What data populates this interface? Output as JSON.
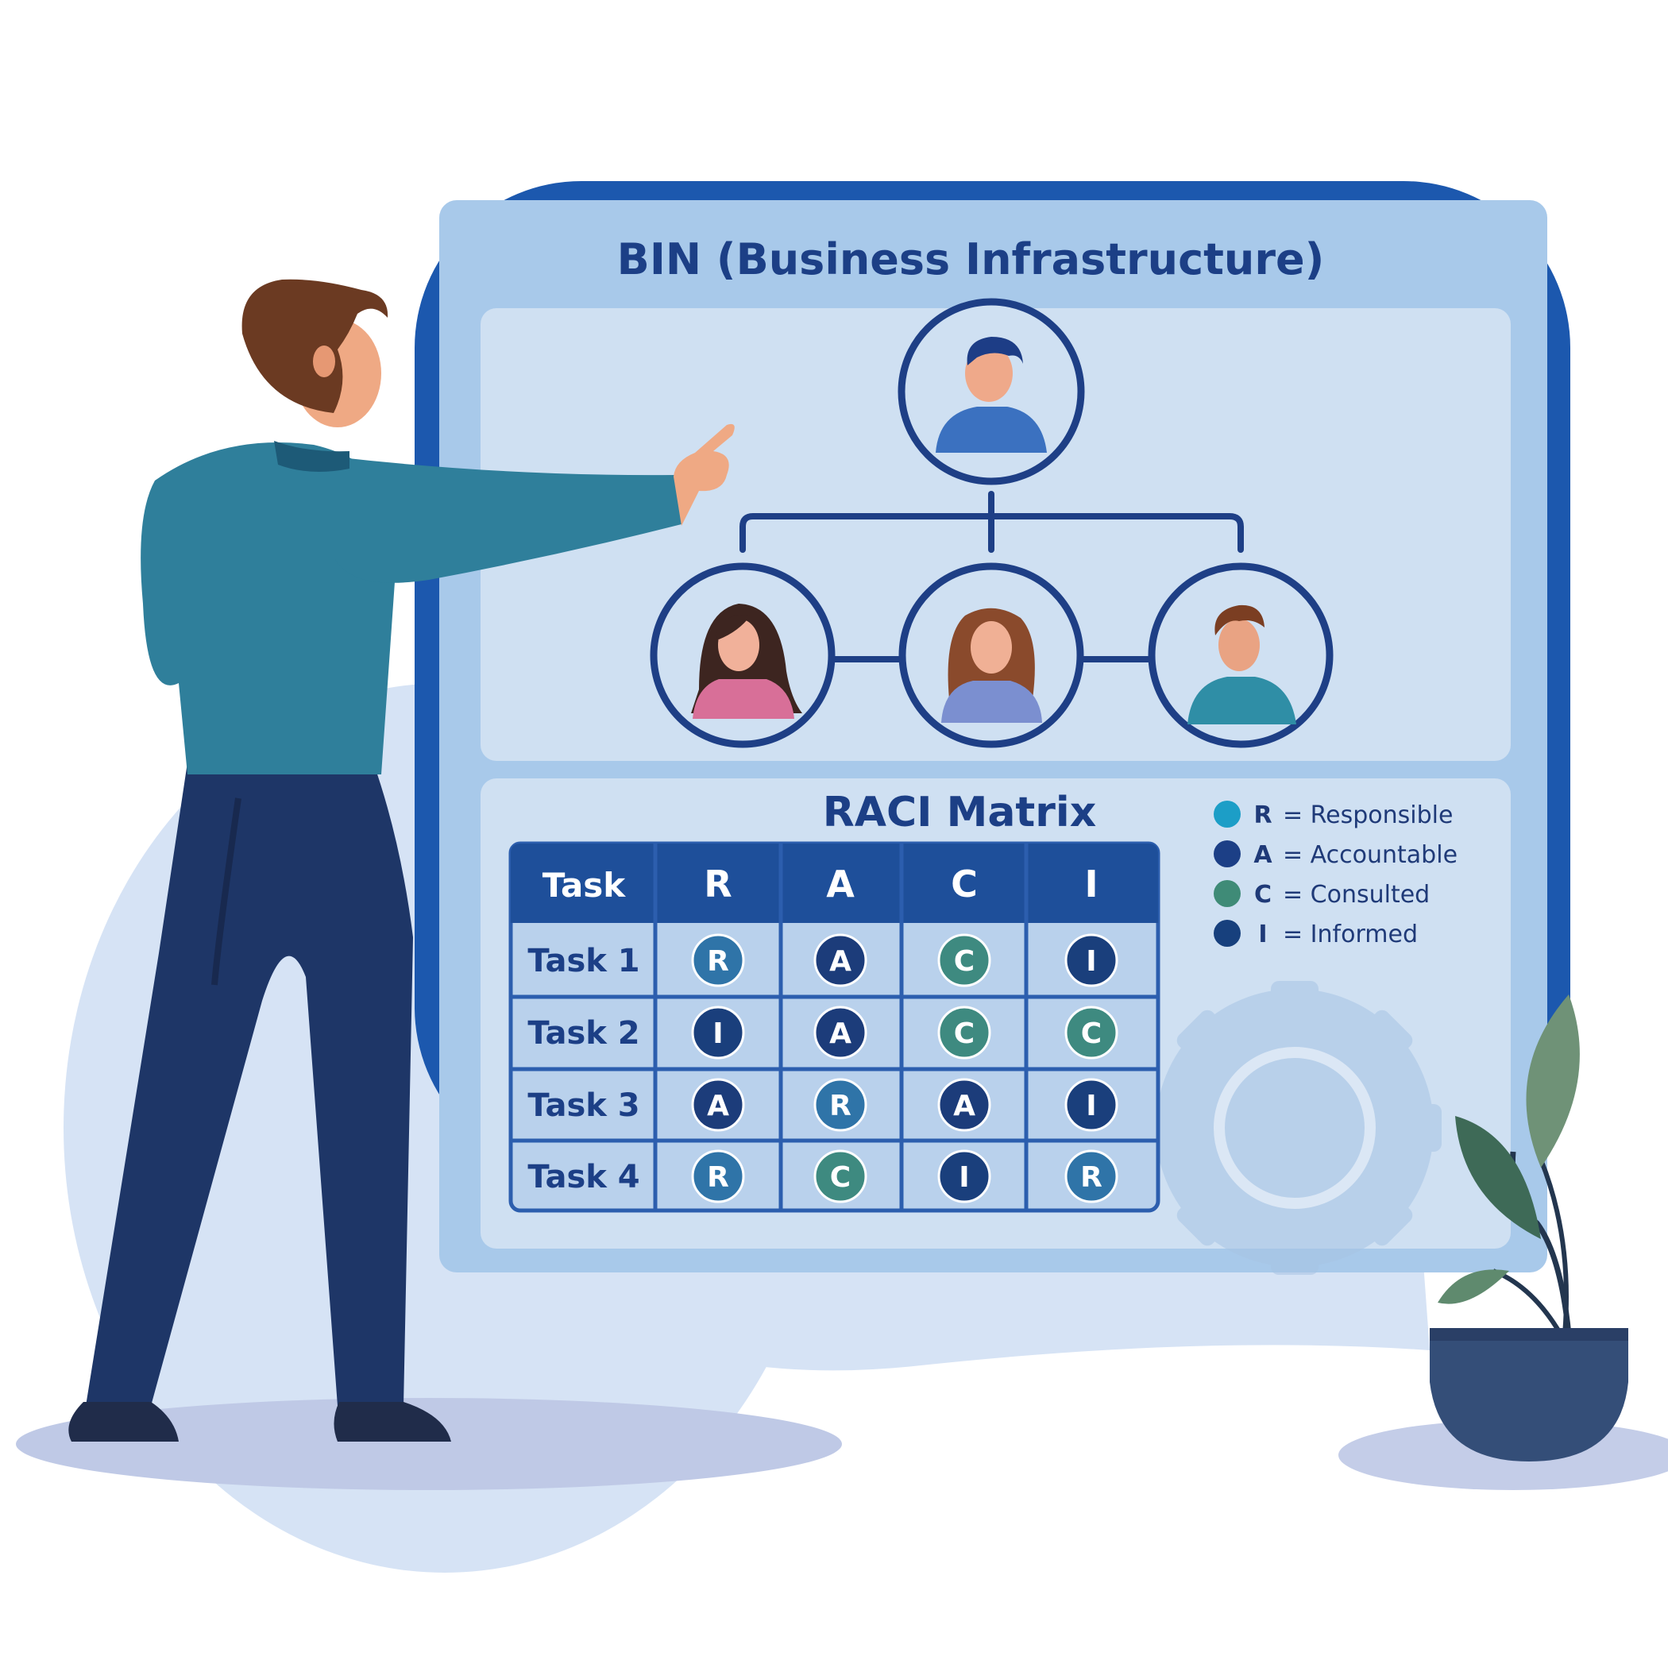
{
  "board": {
    "title": "BIN (Business Infrastructure)"
  },
  "raci": {
    "title": "RACI Matrix",
    "columns": [
      "Task",
      "R",
      "A",
      "C",
      "I"
    ],
    "rows": [
      {
        "task": "Task 1",
        "cells": [
          "R",
          "A",
          "C",
          "I"
        ]
      },
      {
        "task": "Task 2",
        "cells": [
          "I",
          "A",
          "C",
          "C"
        ]
      },
      {
        "task": "Task 3",
        "cells": [
          "A",
          "R",
          "A",
          "I"
        ]
      },
      {
        "task": "Task 4",
        "cells": [
          "R",
          "C",
          "I",
          "R"
        ]
      }
    ],
    "legend": [
      {
        "key": "R",
        "text": "= Responsible",
        "color": "#1c9ec7"
      },
      {
        "key": "A",
        "text": "= Accountable",
        "color": "#1c3f86"
      },
      {
        "key": "C",
        "text": "= Consulted",
        "color": "#3f8b77"
      },
      {
        "key": "I",
        "text": "= Informed",
        "color": "#17407d"
      }
    ]
  },
  "colors": {
    "R": "#2f74a8",
    "A": "#1c3c7a",
    "C": "#3e8a80",
    "I": "#1a3f7c",
    "board_bg": "#a8c9ea",
    "board_frame": "#1c58ae",
    "panel_bg": "#cfe0f2",
    "table_header": "#1e4f9a",
    "text_dark": "#1c3f86"
  },
  "icons": {
    "org_chart": [
      "manager-avatar-icon",
      "team-member-woman-icon",
      "team-member-woman-icon",
      "team-member-man-icon"
    ],
    "decor": [
      "gear-icon",
      "potted-plant-icon",
      "presenter-person-illustration"
    ]
  }
}
